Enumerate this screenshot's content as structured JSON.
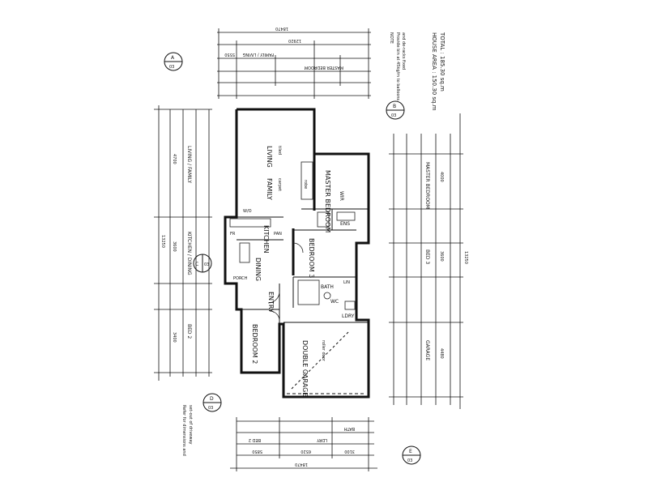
{
  "header": {
    "house_area": "HOUSE AREA : 150.30 sq.m",
    "total_area": "TOTAL : 185.30 sq.m",
    "note_title": "NOTE",
    "note_line1": "Provide bin at 45kg/m to balloons",
    "note_line2": "and de-racks fixed"
  },
  "rooms": {
    "living": "LIVING",
    "family": "FAMILY",
    "master_bedroom": "MASTER BEDROOM",
    "kitchen": "KITCHEN",
    "dining": "DINING",
    "bedroom_3": "BEDROOM 3",
    "bedroom_2": "BEDROOM 2",
    "entry": "ENTRY",
    "double_garage": "DOUBLE GARAGE",
    "ensuite": "ENS",
    "bath": "BATH",
    "laundry": "LDRY",
    "wir": "WIR",
    "wc": "WC"
  },
  "labels": {
    "robe": "robe",
    "wall_oven": "W/O",
    "fridge": "FR",
    "pantry": "PAN",
    "linen": "LIN",
    "porch": "PORCH",
    "garage_door": "roller door",
    "floor_label": "tiled",
    "carpet": "carpet"
  },
  "section_markers": [
    {
      "letter": "A",
      "sheet": "03"
    },
    {
      "letter": "B",
      "sheet": "03"
    },
    {
      "letter": "C",
      "sheet": "03"
    },
    {
      "letter": "D",
      "sheet": "03"
    },
    {
      "letter": "E",
      "sheet": "03"
    }
  ],
  "dimensions": {
    "top_total": "18470",
    "top_main": "12920",
    "top_left": "5550",
    "right_total": "13250",
    "right_a": "4000",
    "right_b": "3600",
    "right_c": "4480",
    "left_total": "13250",
    "left_a": "4700",
    "left_b": "3600",
    "left_c": "3400",
    "bottom_total": "18470",
    "bottom_a": "5850",
    "bottom_b": "6520",
    "bottom_c": "3100"
  },
  "side_labels": {
    "family_living": "FAMILY / LIVING",
    "master_bed": "MASTER BEDROOM",
    "kitchen_dining": "KITCHEN / DINING",
    "bed3": "BED 3",
    "garage": "GARAGE",
    "bed2": "BED 2",
    "living_left": "LIVING / FAMILY",
    "bottom_bed2": "BED 2",
    "bottom_ldry": "LDRY",
    "bottom_bath": "BATH"
  },
  "notes": {
    "side_note1": "Refer for dimensions and",
    "side_note2": "set-out of driveway"
  }
}
